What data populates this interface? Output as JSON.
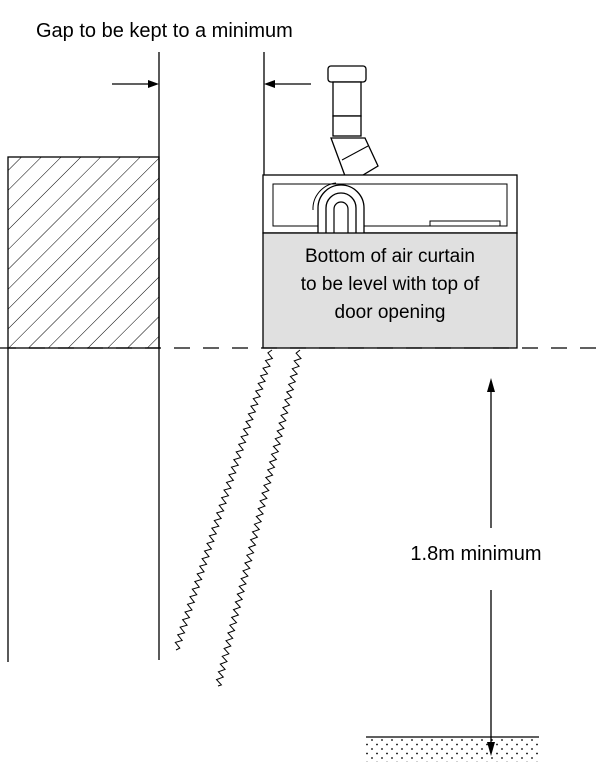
{
  "diagram": {
    "gap_label": "Gap to be kept to a minimum",
    "air_curtain_label": [
      "Bottom of air curtain",
      "to be level with top of",
      "door opening"
    ],
    "height_label": "1.8m minimum"
  },
  "colors": {
    "line": "#000000",
    "box_fill": "#e0e0e0",
    "background": "#ffffff"
  }
}
